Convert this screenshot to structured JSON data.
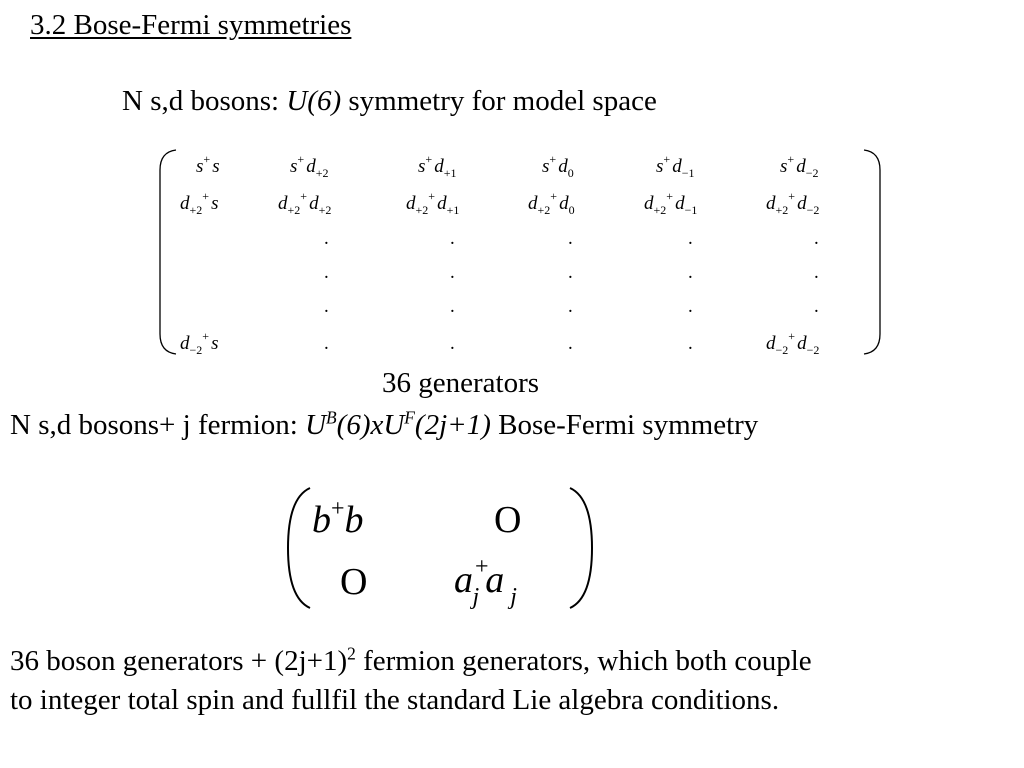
{
  "title": "3.2 Bose-Fermi symmetries",
  "boson_line": {
    "prefix": "N s,d bosons: ",
    "group": "U(6)",
    "suffix": " symmetry for model space"
  },
  "boson_matrix": {
    "row1": [
      "s",
      "+",
      "s",
      "s",
      "+",
      "d",
      "+2",
      "s",
      "+",
      "d",
      "+1",
      "s",
      "+",
      "d",
      "0",
      "s",
      "+",
      "d",
      "−1",
      "s",
      "+",
      "d",
      "−2"
    ],
    "row2_sub": [
      "+2",
      "−2"
    ],
    "dot": "."
  },
  "generators_label": "36 generators",
  "bf_line": {
    "prefix": "N s,d bosons+ j fermion: ",
    "u": "U",
    "sup_b": "B",
    "mid": "(6)xU",
    "sup_f": "F",
    "arg": "(2j+1)",
    "suffix": " Bose-Fermi symmetry"
  },
  "bf_matrix": {
    "b": "b",
    "plus": "+",
    "zero": "O",
    "a": "a",
    "j": "j"
  },
  "footer": {
    "part1": "36 boson generators + (2j+1)",
    "sup": "2",
    "part2": " fermion generators, which both couple",
    "line2": "to integer total spin and fullfil the standard Lie algebra conditions."
  }
}
